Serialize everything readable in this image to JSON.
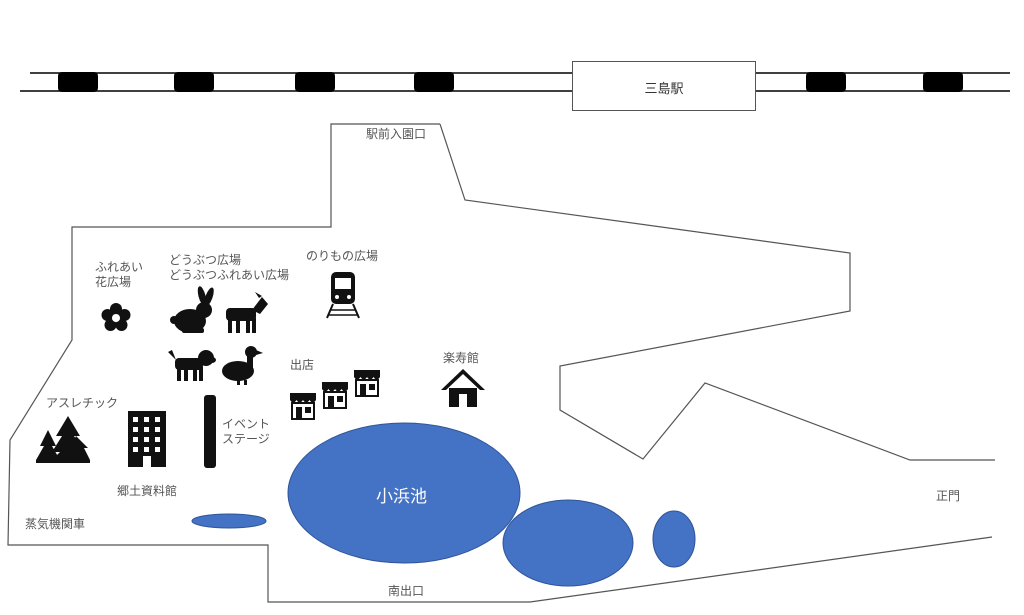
{
  "station": {
    "name": "三島駅"
  },
  "labels": {
    "ekimae_gate": "駅前入園口",
    "fureai_flower": "ふれあい\n花広場",
    "animal_plaza": "どうぶつ広場\nどうぶつふれあい広場",
    "rides_plaza": "のりもの広場",
    "shops": "出店",
    "rakujukan": "楽寿館",
    "athletic": "アスレチック",
    "event_stage": "イベント\nステージ",
    "local_museum": "郷土資料館",
    "steam_locomotive": "蒸気機関車",
    "kohama_pond": "小浜池",
    "main_gate": "正門",
    "south_exit": "南出口"
  },
  "icons": [
    "flower-icon",
    "rabbit-icon",
    "goat-icon",
    "dog-icon",
    "duck-icon",
    "train-icon",
    "shop-icon",
    "house-icon",
    "trees-icon",
    "building-icon"
  ],
  "colors": {
    "pond": "#4472C4",
    "outline": "#555555",
    "icon": "#111111",
    "rail": "#000000"
  }
}
